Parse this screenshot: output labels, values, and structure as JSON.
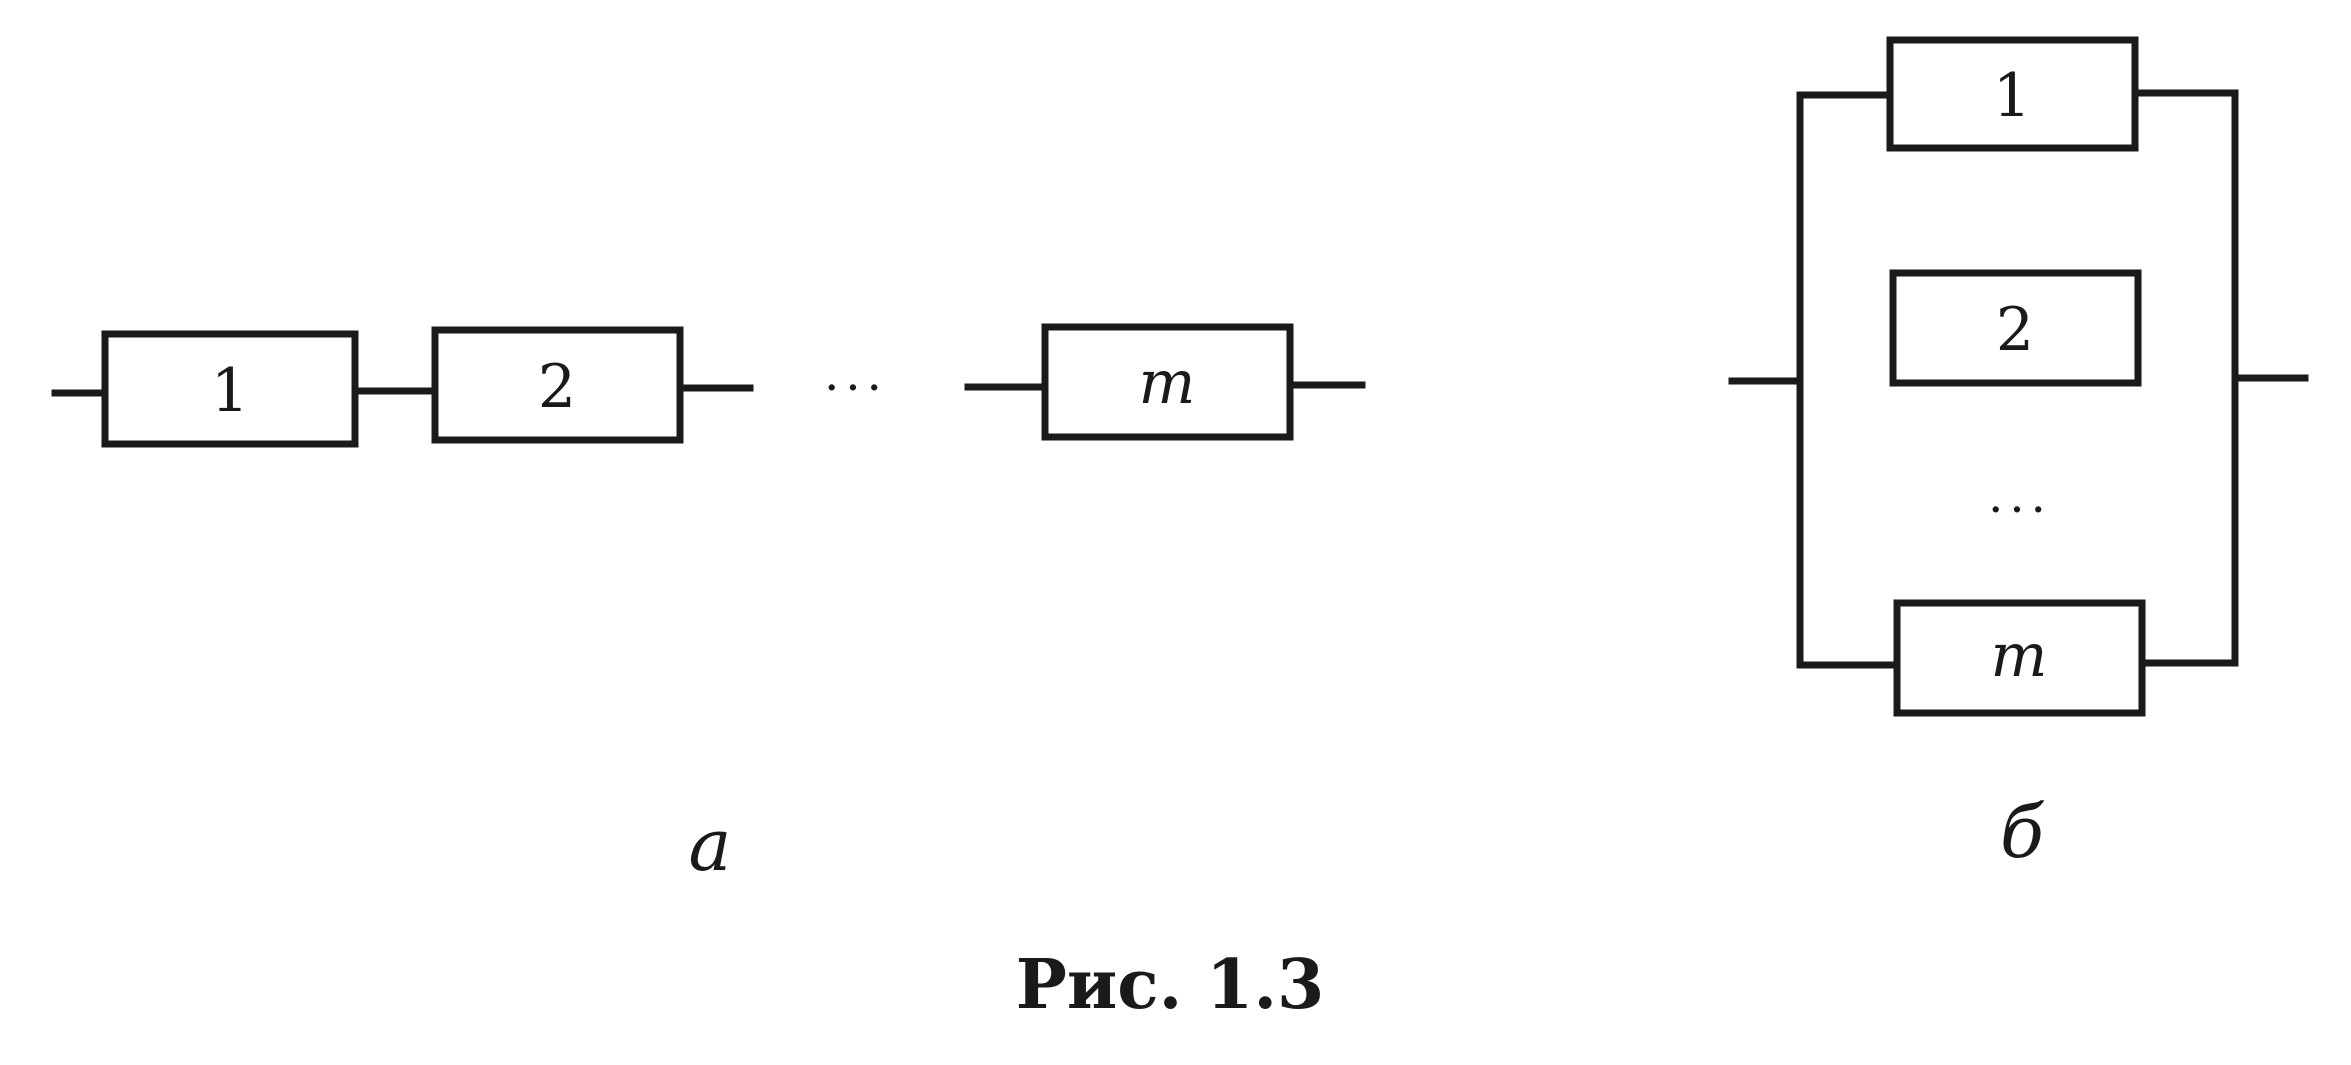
{
  "series_diagram": {
    "elements": [
      "1",
      "2",
      "m"
    ],
    "ellipsis": "···",
    "sublabel": "a"
  },
  "parallel_diagram": {
    "elements": [
      "1",
      "2",
      "m"
    ],
    "ellipsis": "···",
    "sublabel": "б"
  },
  "caption": "Рис. 1.3"
}
